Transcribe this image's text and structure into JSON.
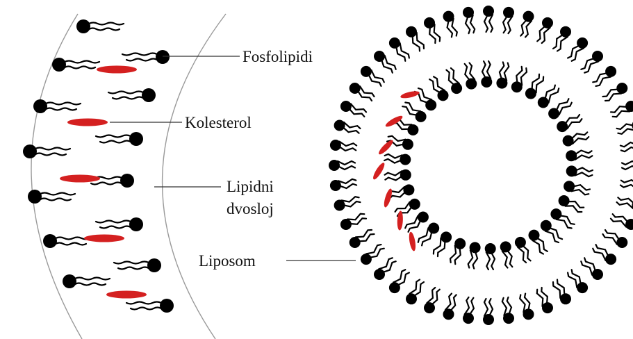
{
  "labels": {
    "phospholipids": "Fosfolipidi",
    "cholesterol": "Kolesterol",
    "bilayer_line1": "Lipidni",
    "bilayer_line2": "dvosloj",
    "liposome": "Liposom"
  },
  "colors": {
    "lipid_head": "#000000",
    "lipid_tail": "#000000",
    "cholesterol": "#d42020",
    "membrane_line": "#9a9a9a",
    "leader_line": "#333333"
  },
  "components": [
    "phospholipid",
    "cholesterol",
    "lipid-bilayer",
    "liposome"
  ]
}
